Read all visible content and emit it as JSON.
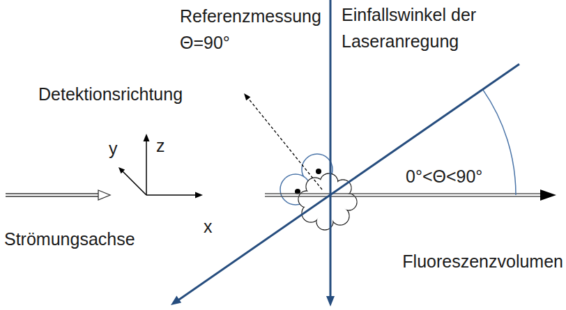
{
  "diagram": {
    "labels": [
      "Referenzmessung Θ=90°",
      "Einfallswinkel der Laseranregung",
      "Detektionsrichtung",
      "z",
      "y",
      "x",
      "0°<Θ<90°",
      "Strömungsachse",
      "Fluoreszenzvolumen"
    ]
  }
}
